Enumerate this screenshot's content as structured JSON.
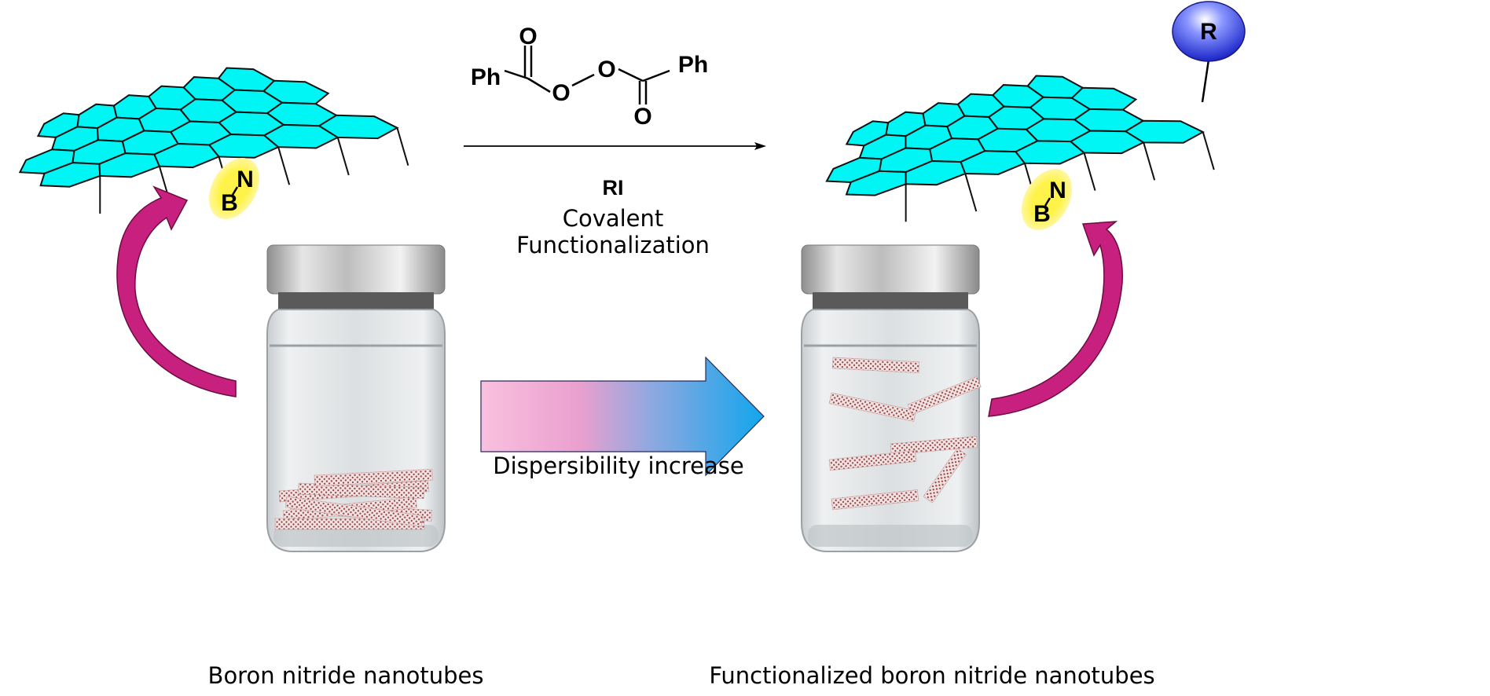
{
  "reagent": {
    "ph_left": "Ph",
    "ph_right": "Ph",
    "oxygen": "O",
    "ri": "RI",
    "step_line1": "Covalent",
    "step_line2": "Functionalization"
  },
  "sheet": {
    "n": "N",
    "b": "B",
    "group": "R"
  },
  "dispersibility": "Dispersibility increase",
  "labels": {
    "left": "Boron nitride nanotubes",
    "right": "Functionalized boron nitride nanotubes"
  },
  "colors": {
    "sheet": "#00f5f5",
    "highlight": "#fff34a",
    "curved_arrow": "#c8207e",
    "arrow_start": "#f7b6d8",
    "arrow_end": "#17a8ea",
    "r_group": "#2a3ee8"
  }
}
